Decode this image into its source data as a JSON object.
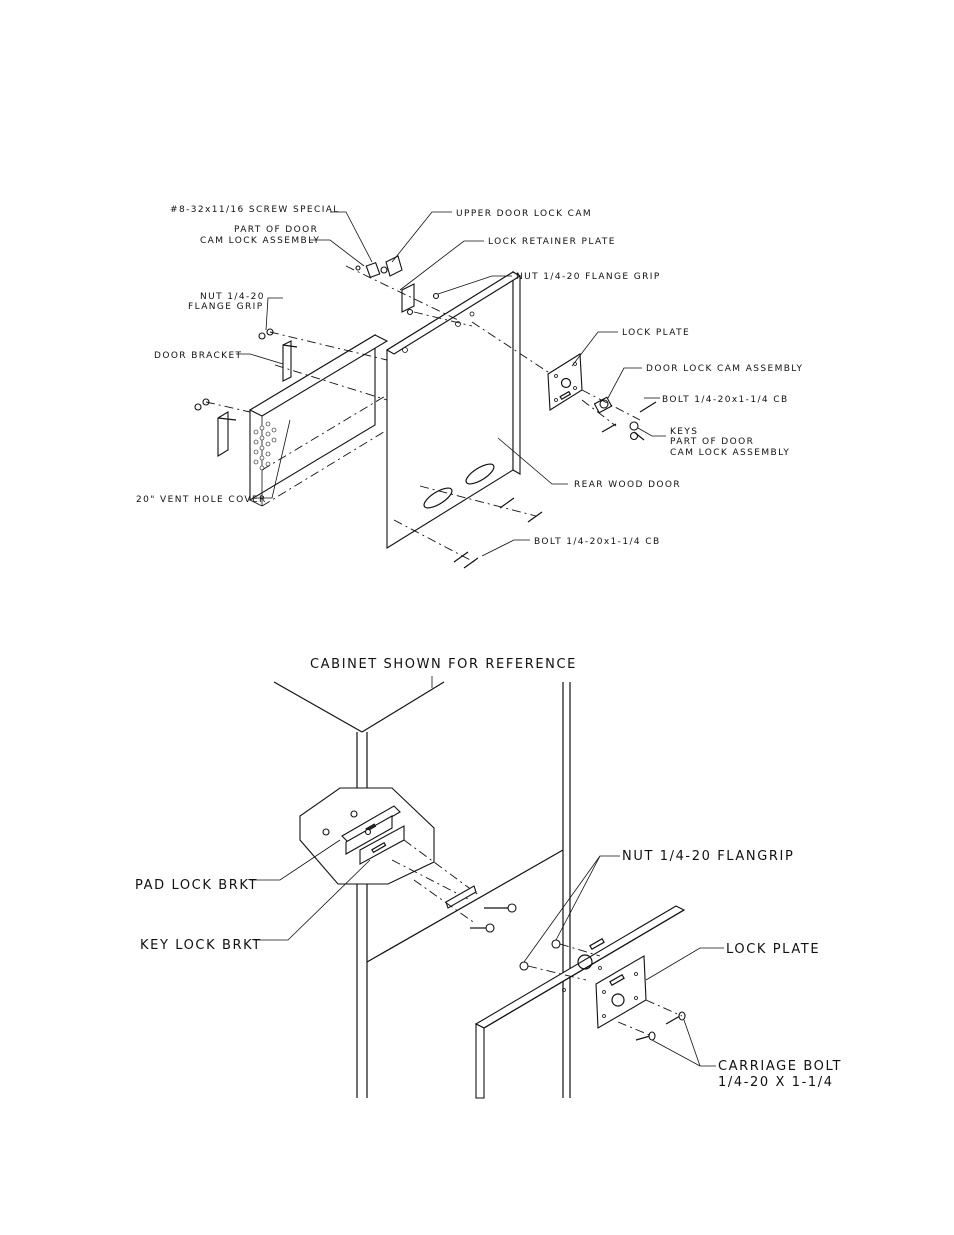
{
  "top_diagram": {
    "labels": {
      "screw_special": "#8-32x11/16 SCREW SPECIAL",
      "part_of_door_1": "PART OF DOOR",
      "cam_lock_assembly_1": "CAM LOCK ASSEMBLY",
      "upper_door_lock_cam": "UPPER DOOR LOCK CAM",
      "lock_retainer_plate": "LOCK RETAINER PLATE",
      "nut_flange_grip_right": "NUT 1/4-20 FLANGE GRIP",
      "nut_flange_grip_left_1": "NUT 1/4-20",
      "nut_flange_grip_left_2": "FLANGE GRIP",
      "lock_plate": "LOCK PLATE",
      "door_bracket": "DOOR BRACKET",
      "door_lock_cam_assembly": "DOOR LOCK CAM ASSEMBLY",
      "bolt_top": "BOLT 1/4-20x1-1/4 CB",
      "keys": "KEYS",
      "part_of_door_2": "PART OF DOOR",
      "cam_lock_assembly_2": "CAM LOCK ASSEMBLY",
      "rear_wood_door": "REAR WOOD DOOR",
      "vent_hole_cover": "20\" VENT HOLE COVER",
      "bolt_bottom": "BOLT 1/4-20x1-1/4 CB"
    }
  },
  "bottom_diagram": {
    "labels": {
      "cabinet_reference": "CABINET SHOWN FOR REFERENCE",
      "nut_flangrip": "NUT 1/4-20 FLANGRIP",
      "pad_lock_brkt": "PAD LOCK BRKT",
      "key_lock_brkt": "KEY LOCK BRKT",
      "lock_plate": "LOCK PLATE",
      "carriage_bolt_1": "CARRIAGE BOLT",
      "carriage_bolt_2": "1/4-20 X 1-1/4"
    }
  }
}
